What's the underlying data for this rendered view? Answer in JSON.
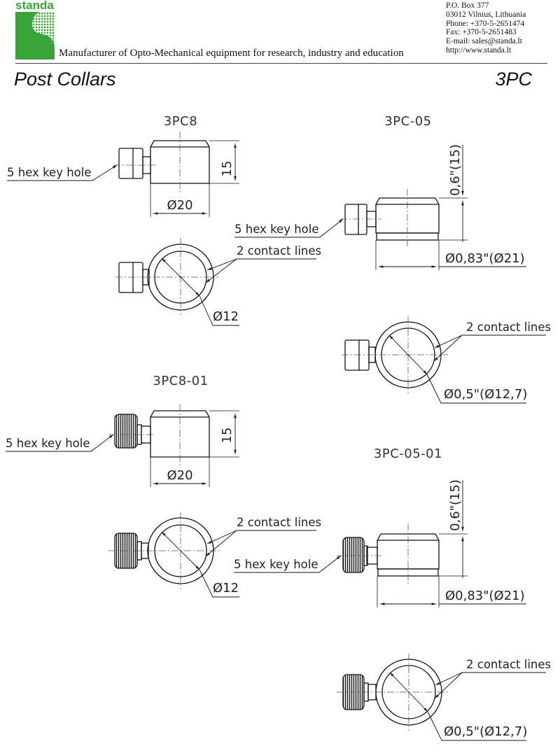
{
  "header": {
    "brand": "standa",
    "tagline": "Manufacturer of Opto-Mechanical equipment for research, industry and education",
    "contact": [
      "P.O. Box 377",
      "03012 Vilnius, Lithuania",
      "Phone: +370-5-2651474",
      "Fax: +370-5-2651483",
      "E-mail: sales@standa.lt",
      "http://www.standa.lt"
    ],
    "brand_color": "#3aa33a"
  },
  "page": {
    "title": "Post Collars",
    "code": "3PC"
  },
  "drawings": {
    "d3pc8": {
      "name": "3PC8",
      "hex_label": "5 hex key hole",
      "height_dim": "15",
      "width_dim": "Ø20",
      "contact_label": "2 contact lines",
      "bore_dim": "Ø12"
    },
    "d3pc8_01": {
      "name": "3PC8-01",
      "hex_label": "5 hex key hole",
      "height_dim": "15",
      "width_dim": "Ø20",
      "contact_label": "2 contact lines",
      "bore_dim": "Ø12"
    },
    "d3pc05": {
      "name": "3PC-05",
      "hex_label": "5 hex key hole",
      "height_dim": "0,6\"(15)",
      "width_dim": "Ø0,83\"(Ø21)",
      "contact_label": "2 contact lines",
      "bore_dim": "Ø0,5\"(Ø12,7)"
    },
    "d3pc05_01": {
      "name": "3PC-05-01",
      "hex_label": "5 hex key hole",
      "height_dim": "0,6\"(15)",
      "width_dim": "Ø0,83\"(Ø21)",
      "contact_label": "2 contact lines",
      "bore_dim": "Ø0,5\"(Ø12,7)"
    }
  }
}
